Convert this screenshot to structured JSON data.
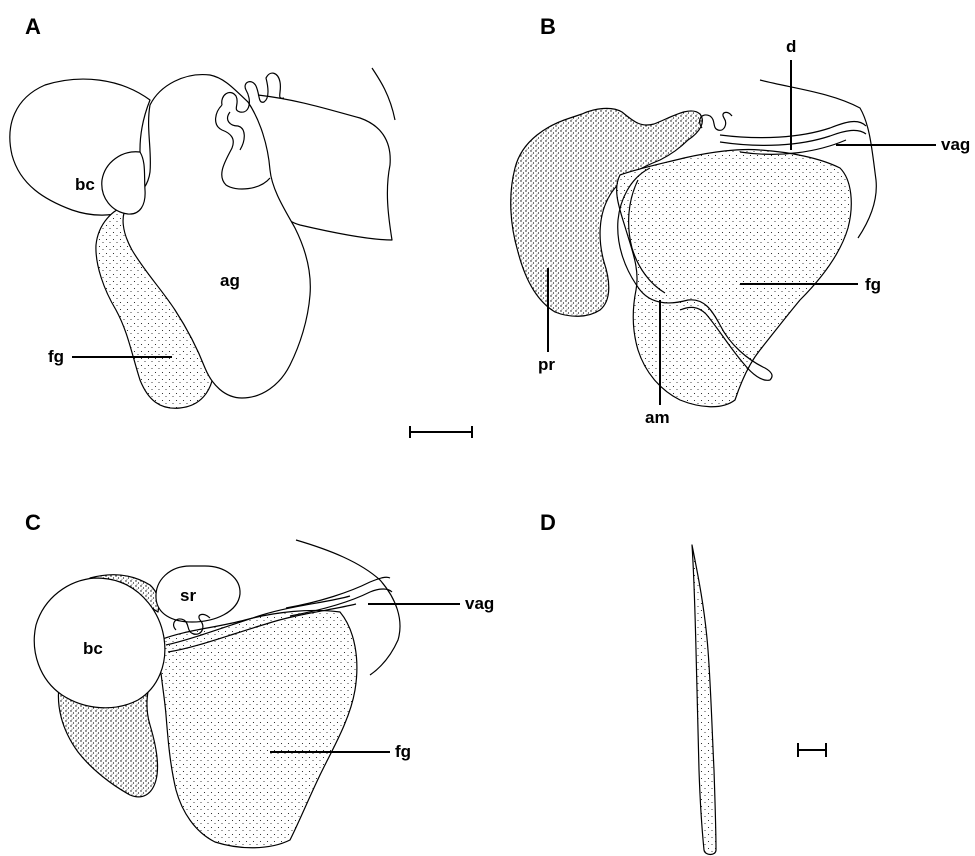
{
  "panels": {
    "a": {
      "letter": "A",
      "labels": {
        "bc": "bc",
        "ag": "ag",
        "fg": "fg"
      }
    },
    "b": {
      "letter": "B",
      "labels": {
        "d": "d",
        "vag": "vag",
        "fg": "fg",
        "pr": "pr",
        "am": "am"
      }
    },
    "c": {
      "letter": "C",
      "labels": {
        "sr": "sr",
        "bc": "bc",
        "vag": "vag",
        "fg": "fg"
      }
    },
    "d": {
      "letter": "D"
    }
  }
}
